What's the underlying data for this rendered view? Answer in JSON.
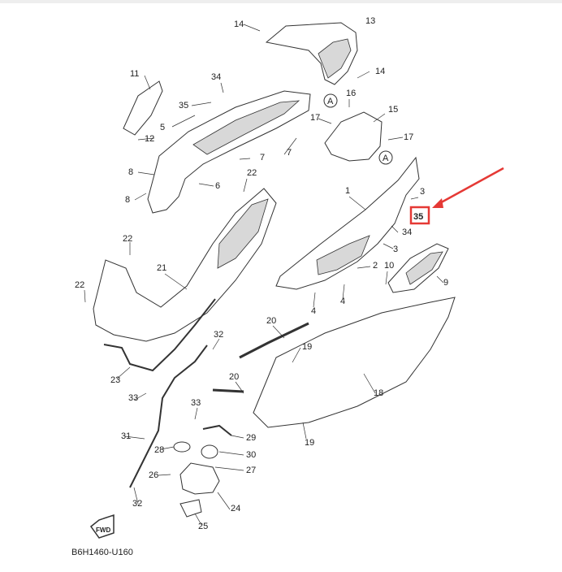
{
  "diagram": {
    "labels": [
      "1",
      "2",
      "3",
      "3",
      "4",
      "4",
      "5",
      "6",
      "7",
      "7",
      "8",
      "8",
      "9",
      "10",
      "11",
      "12",
      "13",
      "14",
      "14",
      "15",
      "16",
      "17",
      "17",
      "18",
      "19",
      "19",
      "20",
      "20",
      "21",
      "22",
      "22",
      "22",
      "23",
      "24",
      "25",
      "26",
      "27",
      "28",
      "29",
      "30",
      "31",
      "32",
      "32",
      "33",
      "33",
      "34",
      "34",
      "35"
    ],
    "circle_marks": [
      "A",
      "A"
    ],
    "highlight_label": "35",
    "highlight_color": "#e53935",
    "fwd_label": "FWD",
    "drawing_code": "B6H1460-U160"
  }
}
